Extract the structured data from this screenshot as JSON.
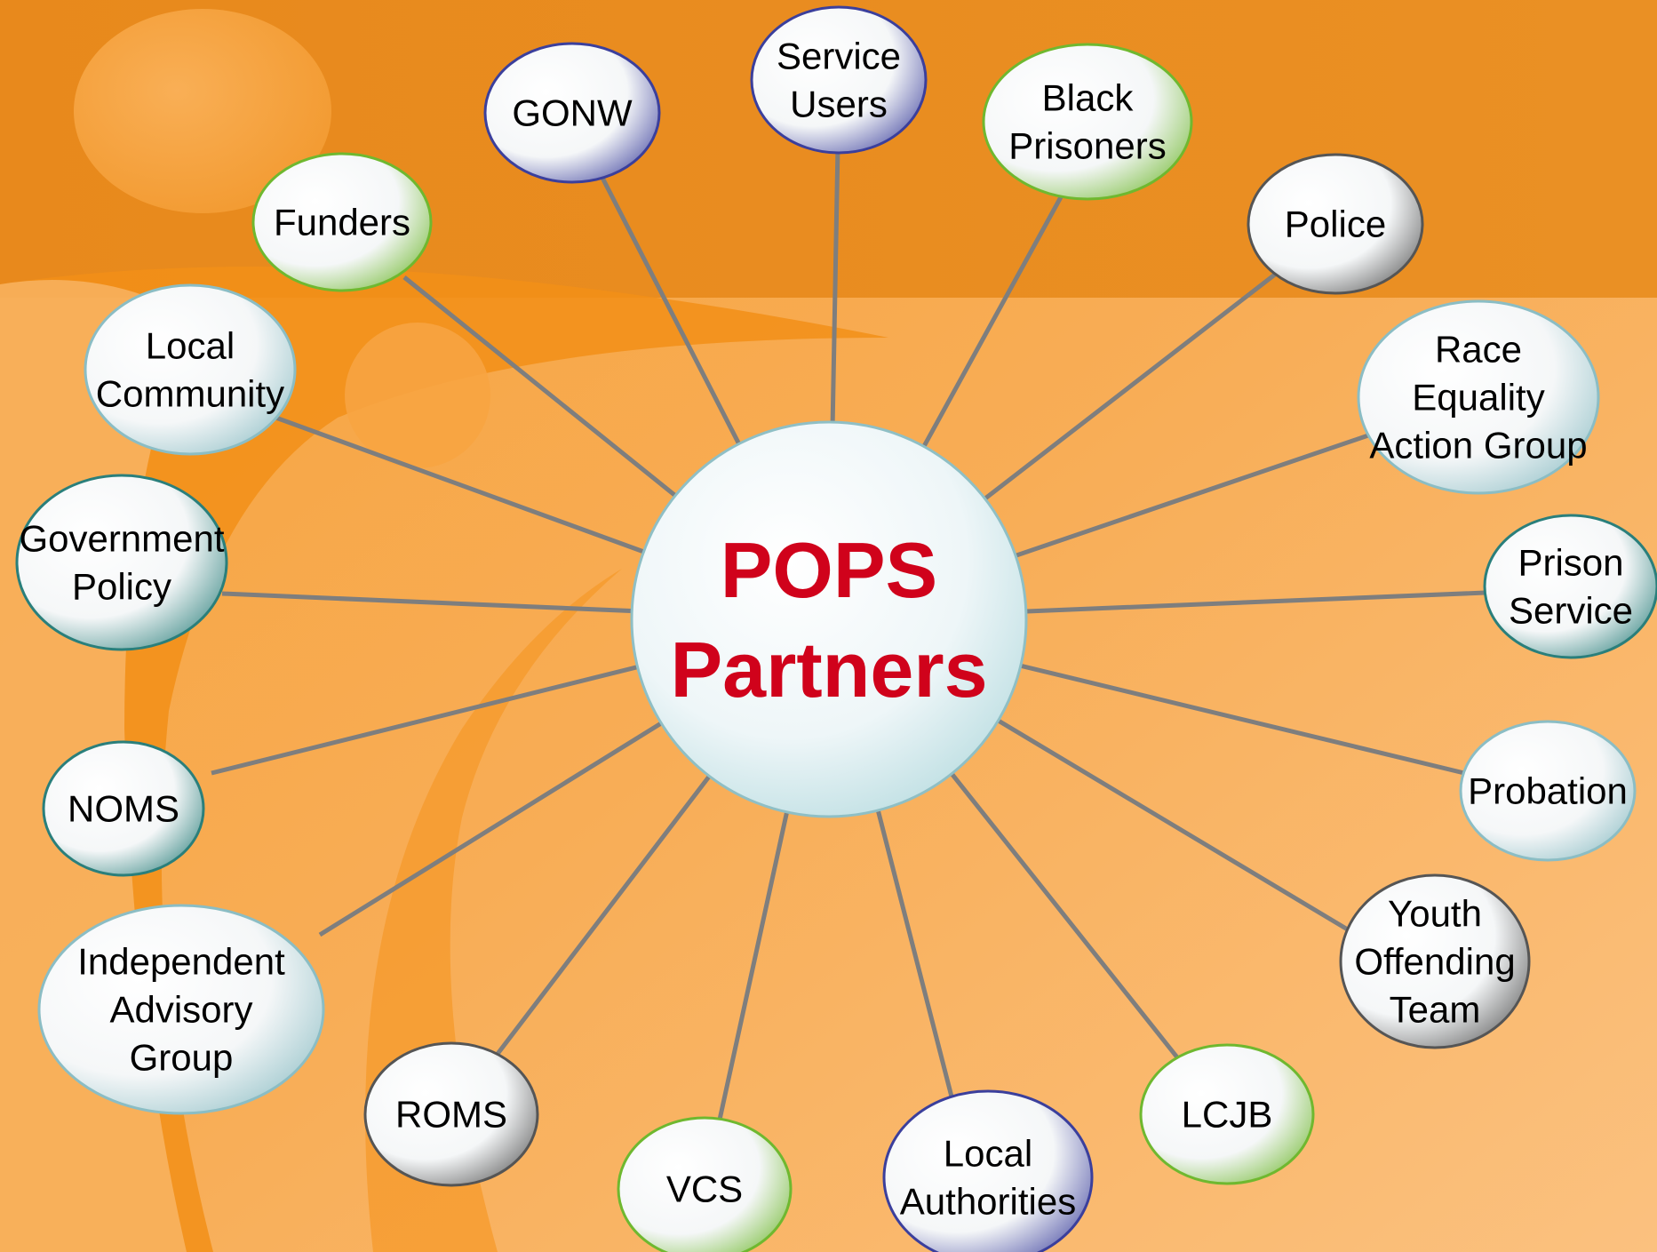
{
  "diagram": {
    "hub": {
      "lines": [
        "POPS",
        "Partners"
      ]
    },
    "partners": [
      {
        "id": "gonw",
        "lines": [
          "GONW"
        ],
        "accent": "#3b3f9c"
      },
      {
        "id": "service-users",
        "lines": [
          "Service",
          "Users"
        ],
        "accent": "#3b3f9c"
      },
      {
        "id": "black-prisoners",
        "lines": [
          "Black",
          "Prisoners"
        ],
        "accent": "#6fb82f"
      },
      {
        "id": "police",
        "lines": [
          "Police"
        ],
        "accent": "#555555"
      },
      {
        "id": "race-equality",
        "lines": [
          "Race",
          "Equality",
          "Action Group"
        ],
        "accent": "#8bbdc4"
      },
      {
        "id": "prison-service",
        "lines": [
          "Prison",
          "Service"
        ],
        "accent": "#2a7f7b"
      },
      {
        "id": "probation",
        "lines": [
          "Probation"
        ],
        "accent": "#8bbdc4"
      },
      {
        "id": "youth-offending",
        "lines": [
          "Youth",
          "Offending",
          "Team"
        ],
        "accent": "#555555"
      },
      {
        "id": "lcjb",
        "lines": [
          "LCJB"
        ],
        "accent": "#6fb82f"
      },
      {
        "id": "local-authorities",
        "lines": [
          "Local",
          "Authorities"
        ],
        "accent": "#3b3f9c"
      },
      {
        "id": "vcs",
        "lines": [
          "VCS"
        ],
        "accent": "#6fb82f"
      },
      {
        "id": "roms",
        "lines": [
          "ROMS"
        ],
        "accent": "#555555"
      },
      {
        "id": "independent-advisory",
        "lines": [
          "Independent",
          "Advisory",
          "Group"
        ],
        "accent": "#8bbdc4"
      },
      {
        "id": "noms",
        "lines": [
          "NOMS"
        ],
        "accent": "#2a7f7b"
      },
      {
        "id": "government-policy",
        "lines": [
          "Government",
          "Policy"
        ],
        "accent": "#2a7f7b"
      },
      {
        "id": "local-community",
        "lines": [
          "Local",
          "Community"
        ],
        "accent": "#8bbdc4"
      },
      {
        "id": "funders",
        "lines": [
          "Funders"
        ],
        "accent": "#6fb82f"
      }
    ]
  }
}
